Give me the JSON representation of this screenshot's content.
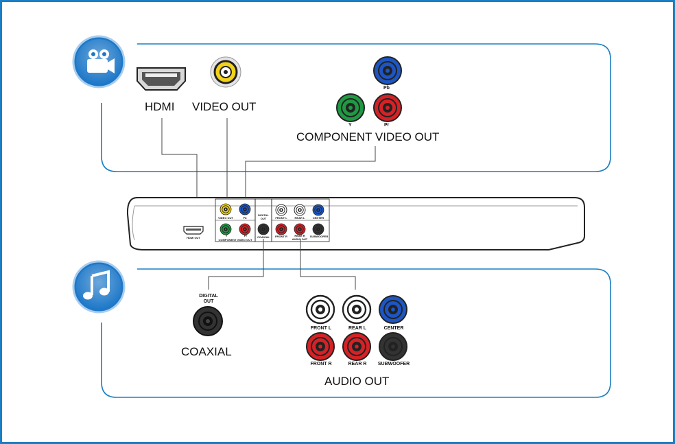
{
  "colors": {
    "border": "#1a7fc3",
    "icon": "#1e78c8",
    "yellow": "#f2d21a",
    "blue": "#1d56c4",
    "green": "#1f9a43",
    "red": "#d52227",
    "white": "#ffffff",
    "black": "#333333"
  },
  "video": {
    "hdmi": "HDMI",
    "video_out": "VIDEO OUT",
    "component_title": "COMPONENT VIDEO OUT",
    "pb": "Pb",
    "y": "Y",
    "pr": "Pr",
    "icon": "video-camera-icon"
  },
  "audio": {
    "digital_out": "DIGITAL\nOUT",
    "coaxial": "COAXIAL",
    "audio_title": "AUDIO OUT",
    "front_l": "FRONT L",
    "rear_l": "REAR L",
    "center": "CENTER",
    "front_r": "FRONT R",
    "rear_r": "REAR R",
    "subwoofer": "SUBWOOFER",
    "icon": "music-note-icon"
  },
  "panel": {
    "hdmi_out": "HDMI OUT",
    "video_out": "VIDEO OUT",
    "pb": "Pb",
    "y": "Y",
    "pr": "Pr",
    "component": "COMPONENT VIDEO OUT",
    "digital_out": "DIGITAL\nOUT",
    "coaxial": "COAXIAL",
    "front_l": "FRONT L",
    "rear_l": "REAR L",
    "center": "CENTER",
    "front_r": "FRONT R",
    "rear_r": "REAR R",
    "audio_out": "AUDIO OUT",
    "subwoofer": "SUBWOOFER"
  }
}
